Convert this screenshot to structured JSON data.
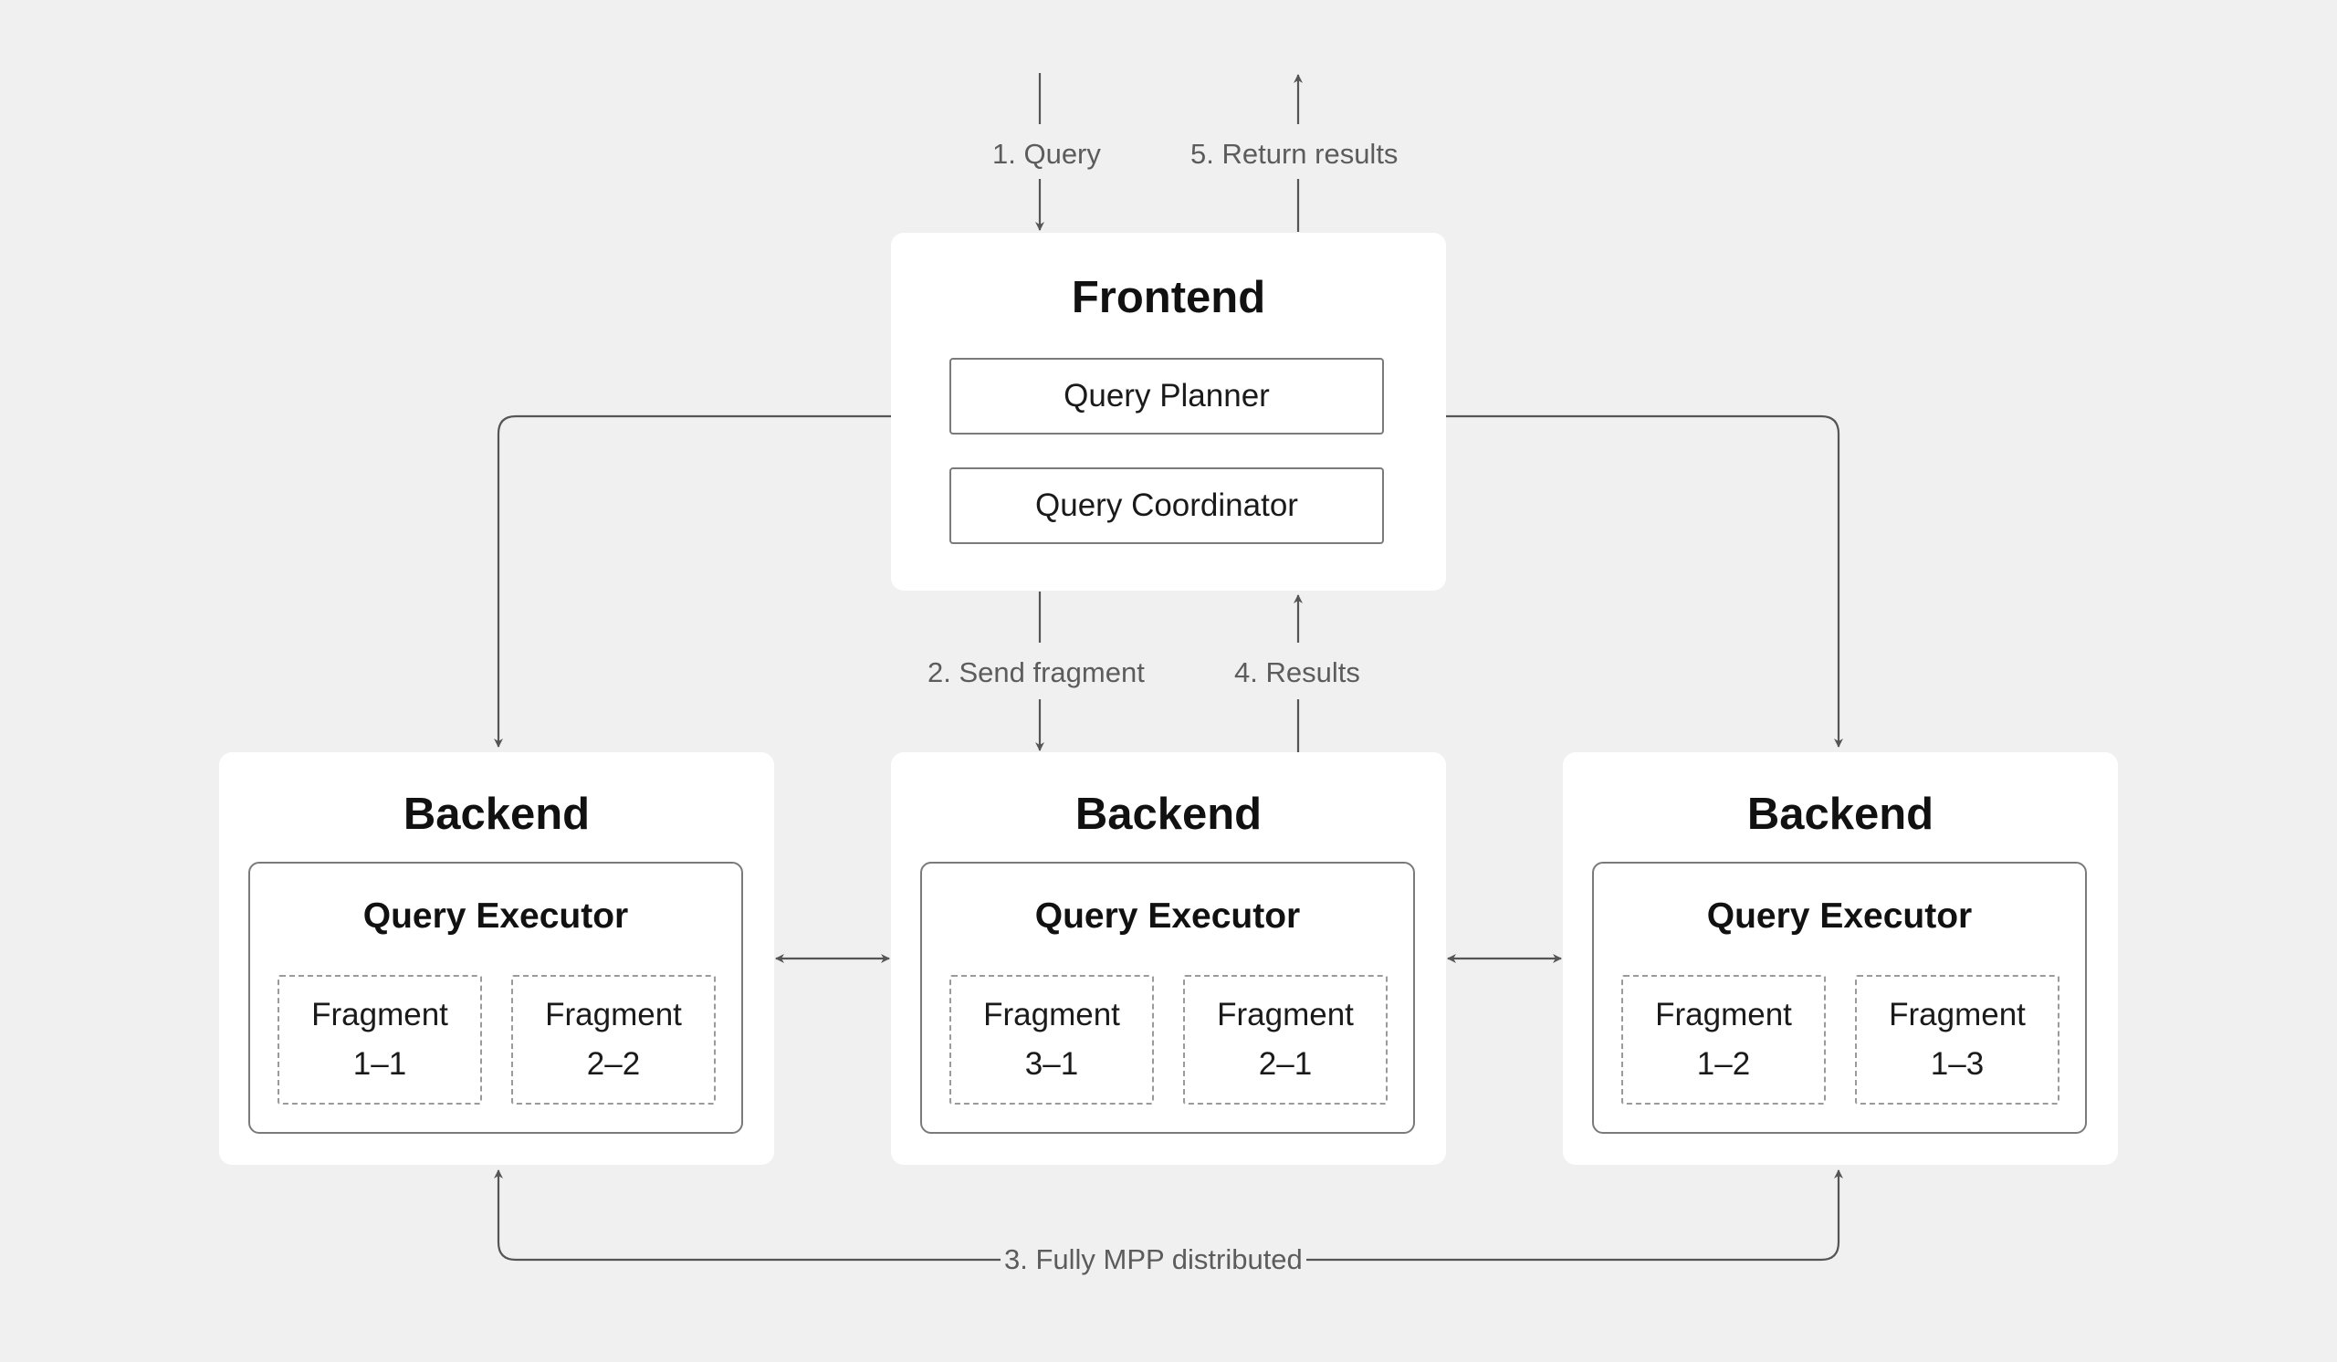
{
  "flow_labels": {
    "query": "1. Query",
    "return_results": "5. Return results",
    "send_fragment": "2. Send fragment",
    "results": "4. Results",
    "mpp": "3. Fully MPP distributed"
  },
  "frontend": {
    "title": "Frontend",
    "planner": "Query Planner",
    "coordinator": "Query Coordinator"
  },
  "backends": [
    {
      "title": "Backend",
      "executor": "Query Executor",
      "fragments": [
        {
          "word": "Fragment",
          "id": "1–1"
        },
        {
          "word": "Fragment",
          "id": "2–2"
        }
      ]
    },
    {
      "title": "Backend",
      "executor": "Query Executor",
      "fragments": [
        {
          "word": "Fragment",
          "id": "3–1"
        },
        {
          "word": "Fragment",
          "id": "2–1"
        }
      ]
    },
    {
      "title": "Backend",
      "executor": "Query Executor",
      "fragments": [
        {
          "word": "Fragment",
          "id": "1–2"
        },
        {
          "word": "Fragment",
          "id": "1–3"
        }
      ]
    }
  ],
  "colors": {
    "background": "#f0f0f0",
    "card": "#ffffff",
    "line": "#555555",
    "label": "#5c5c5c"
  }
}
